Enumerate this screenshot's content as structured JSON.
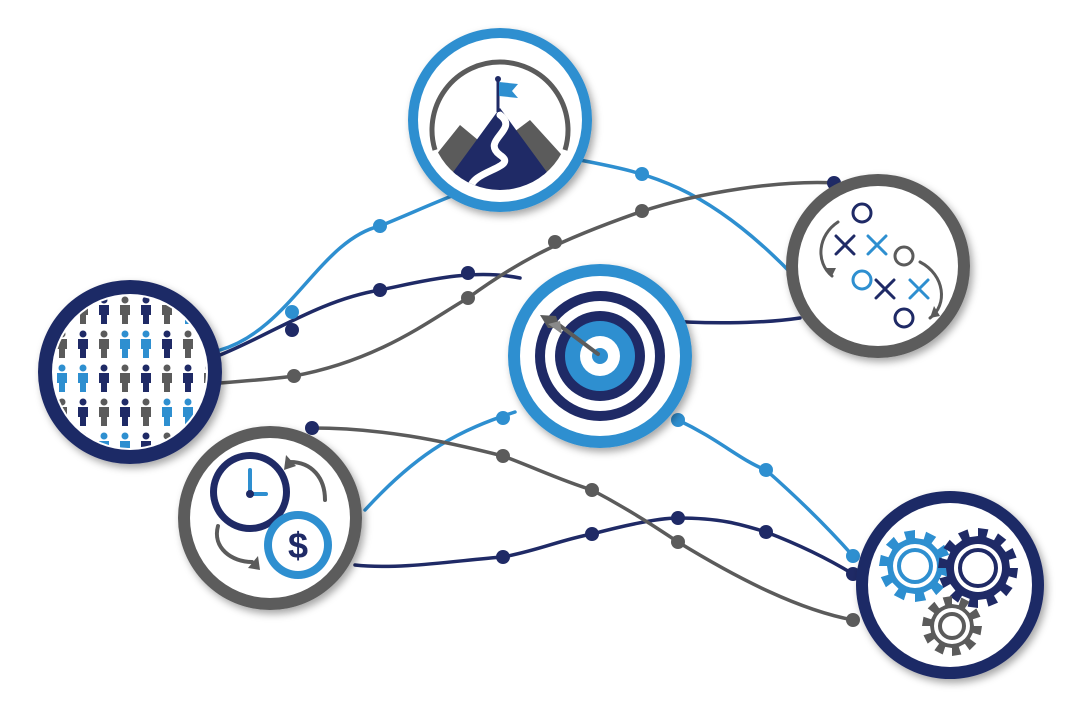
{
  "diagram": {
    "nodes": [
      {
        "id": "goal-mountain",
        "icon": "mountain-flag-icon",
        "ring": "light-blue"
      },
      {
        "id": "strategy-playbook",
        "icon": "tic-tac-toe-strategy-icon",
        "ring": "gray"
      },
      {
        "id": "people-audience",
        "icon": "people-crowd-icon",
        "ring": "navy"
      },
      {
        "id": "target-focus",
        "icon": "target-arrow-icon",
        "ring": "light-blue"
      },
      {
        "id": "time-money",
        "icon": "clock-dollar-icon",
        "ring": "gray"
      },
      {
        "id": "process-gears",
        "icon": "gears-icon",
        "ring": "navy"
      }
    ],
    "connector_colors": {
      "light": "#2e8fd0",
      "navy": "#1f2a66",
      "gray": "#5b5b5b"
    },
    "currency_symbol": "$"
  }
}
